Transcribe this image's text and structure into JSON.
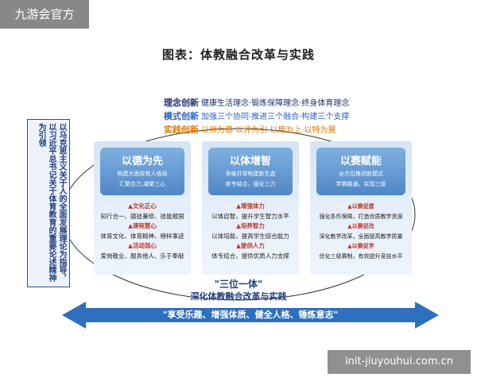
{
  "watermarks": {
    "top_left": "九游会官方",
    "bottom_right": "init-jiuyouhui.com.cn"
  },
  "title": "图表：体教融合改革与实践",
  "concepts": [
    {
      "label": "理念创新",
      "text": "健康生活理念·锻炼保障理念·终身体育理念",
      "label_color": "#1b2f6b"
    },
    {
      "label": "模式创新",
      "text": "加强三个协同·推进三个融合·构建三个支撑",
      "label_color": "#2a62c9"
    },
    {
      "label": "实践创新",
      "text": "以师为基·以评为引·以用为上·以特为翼",
      "label_color": "#e07b00"
    }
  ],
  "left_vertical_text": "以马克思主义关于人的全面发展理论为指导，以习近平总书记关于体育教育的重要论述精神为引领",
  "cards": [
    {
      "header": "以德为先",
      "subtitle_lines": [
        "构建大思政育人格局",
        "汇聚合力,凝聚三心"
      ],
      "sections": [
        {
          "head": "▲文化正心",
          "lines": [
            "知行合一、德技兼修、技能报国"
          ]
        },
        {
          "head": "▲课程慧心",
          "lines": [
            "体育文化、体育精神、榜样事迹"
          ]
        },
        {
          "head": "▲活动润心",
          "lines": [
            "爱岗敬业、服务他人、乐于奉献"
          ]
        }
      ]
    },
    {
      "header": "以体增智",
      "subtitle_lines": [
        "多维并举构建新生态",
        "体专结合，强化三力"
      ],
      "sections": [
        {
          "head": "▲增强体力",
          "lines": [
            "以体启智，提升学生智力水平"
          ]
        },
        {
          "head": "▲培养智力",
          "lines": [
            "以体培能，提高学生综合能力"
          ]
        },
        {
          "head": "▲提供人力",
          "lines": [
            "体专结合，提供优质人力支撑"
          ]
        }
      ]
    },
    {
      "header": "以赛赋能",
      "subtitle_lines": [
        "全方位推进新模式",
        "学赛融通，实现三促"
      ],
      "sections": [
        {
          "head": "▲以赛促建",
          "lines": [
            "强化条件保障，打造优质教学资源"
          ]
        },
        {
          "head": "▲以赛促改",
          "lines": [
            "深化教学改革，全面提高教学质量"
          ]
        },
        {
          "head": "▲以赛促学",
          "lines": [
            "优化三级赛制，有效提升竞技水平"
          ]
        }
      ]
    }
  ],
  "bottom_heading": "\"三位一体\"",
  "bottom_subheading": "深化体教融合改革与实践",
  "arrow_text": "\"享受乐趣、增强体质、健全人格、锤炼意志\"",
  "colors": {
    "primary_blue": "#2c5aa8",
    "accent_orange": "#e07b00",
    "section_red": "#c0392b",
    "arrow_blue": "#2e6fbe"
  }
}
